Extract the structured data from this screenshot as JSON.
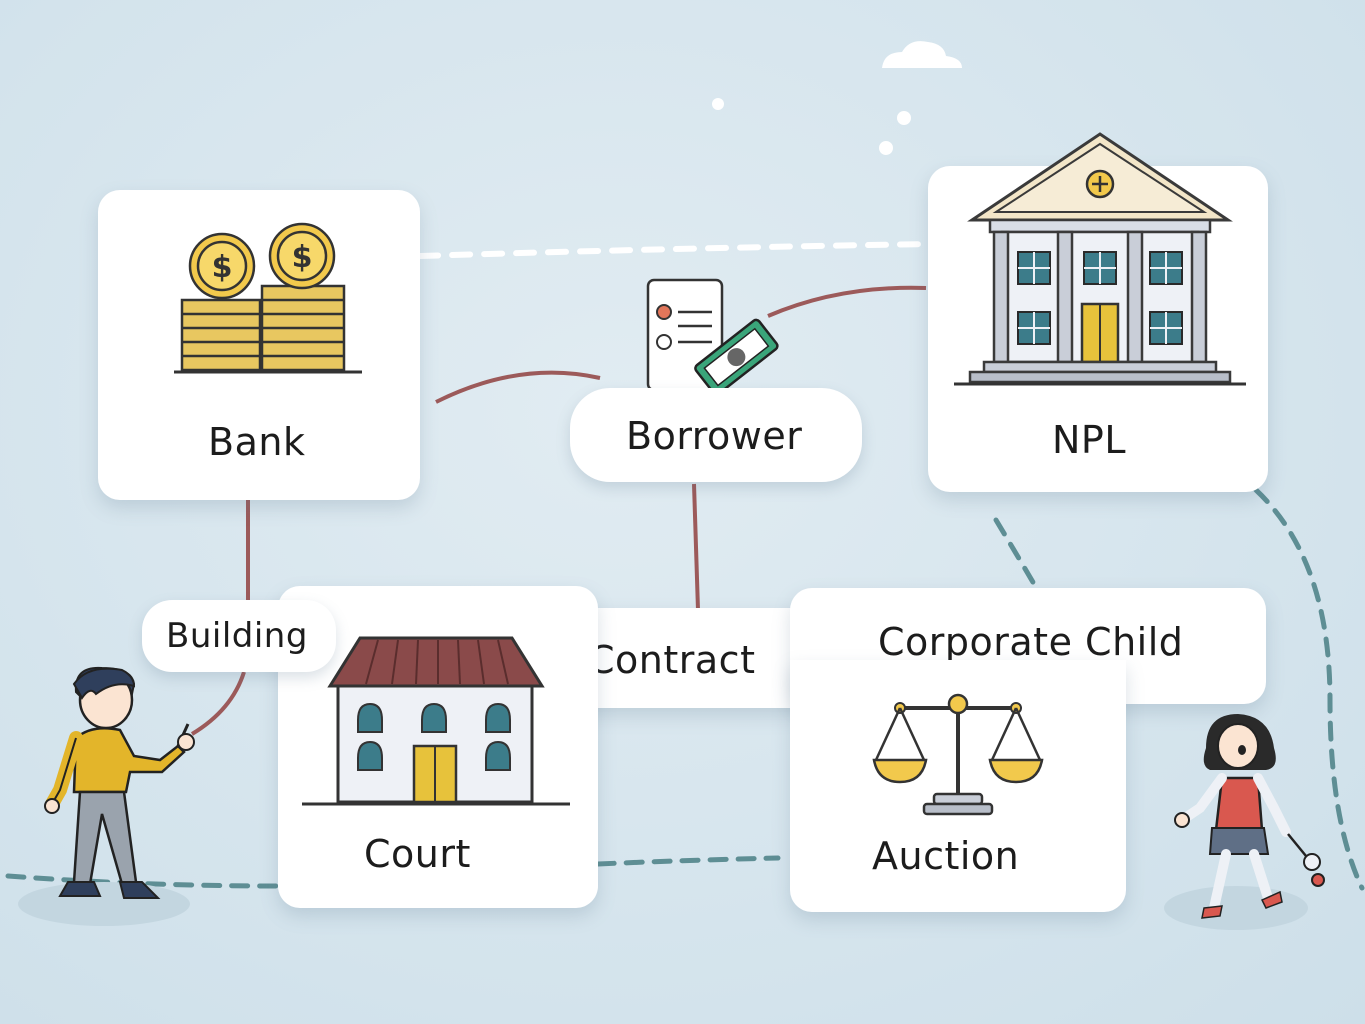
{
  "nodes": {
    "bank": "Bank",
    "borrower": "Borrower",
    "npl": "NPL",
    "building": "Building",
    "contract": "Contract",
    "corporate_child": "Corporate Child",
    "court": "Court",
    "auction": "Auction"
  },
  "icons": {
    "bank": "coin-stacks-icon",
    "borrower": "document-money-icon",
    "npl": "classical-bank-building-icon",
    "court": "house-icon",
    "auction": "scales-icon"
  },
  "colors": {
    "background": "#d6e5ee",
    "card": "#ffffff",
    "connector_solid": "#9c5a5a",
    "connector_dashed": "#5e8e94",
    "gold": "#f2c94c"
  }
}
